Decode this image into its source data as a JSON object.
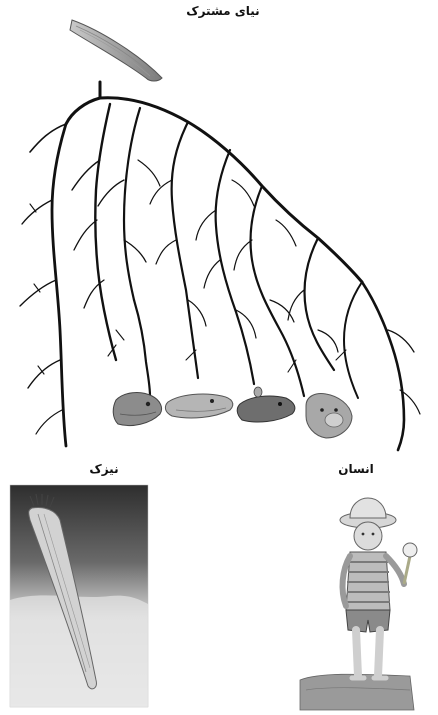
{
  "labels": {
    "ancestor": "نیای مشترک",
    "lancelet": "نیزک",
    "human": "انسان"
  },
  "icons": {
    "ancestor": "lancelet-like-ancestor-illustration",
    "fish": "fish-head-icon",
    "lizard": "lizard-head-icon",
    "mouse": "rodent-head-icon",
    "monkey": "monkey-head-icon",
    "lancelet": "lancelet-illustration",
    "human": "child-with-ice-cream-illustration"
  },
  "colors": {
    "branch": "#111111",
    "lancelet_bg_dark": "#3a3a3a",
    "lancelet_bg_light": "#d9d9d9"
  }
}
